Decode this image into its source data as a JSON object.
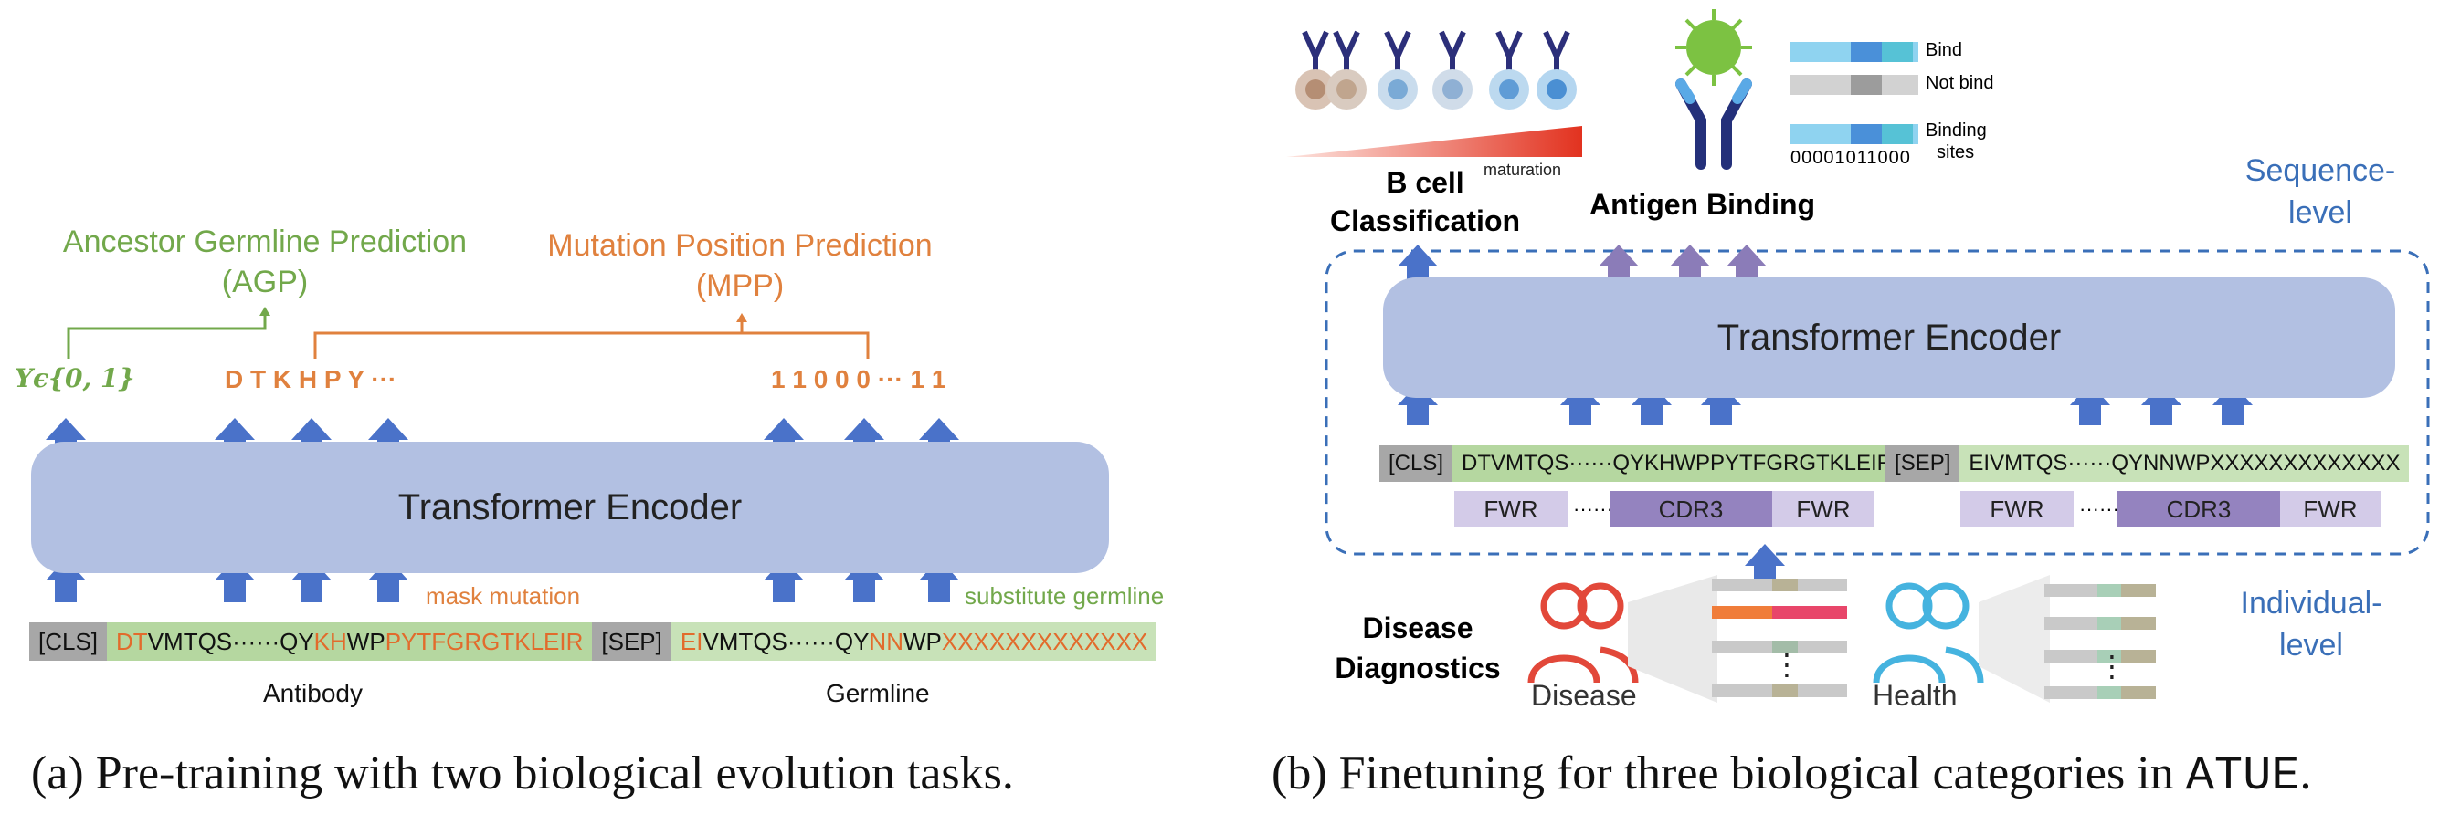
{
  "panel_a": {
    "agp_title": "Ancestor Germline Prediction",
    "agp_abbr": "(AGP)",
    "mpp_title": "Mutation Position Prediction",
    "mpp_abbr": "(MPP)",
    "y_output": "Yϵ{0, 1}",
    "residue_output": "D T K H P Y ···",
    "position_output": "1 1 0 0 0 ··· 1 1",
    "encoder_label": "Transformer Encoder",
    "mask_mutation_label": "mask mutation",
    "substitute_germline_label": "substitute germline",
    "tokens": {
      "cls": "[CLS]",
      "ab_orange1": "DT",
      "ab_black1": "VMTQS······QY",
      "ab_orange2": "KH",
      "ab_black2": "WP",
      "ab_orange3": "PYTFGRGTKLEIR",
      "sep": "[SEP]",
      "gl_orange1": "EI",
      "gl_black1": "VMTQS······QY",
      "gl_orange2": "NN",
      "gl_black2": "WP",
      "gl_orange3": "XXXXXXXXXXXXX"
    },
    "antibody_label": "Antibody",
    "germline_label": "Germline",
    "caption": "(a) Pre-training with two biological evolution tasks."
  },
  "panel_b": {
    "maturation_label": "maturation",
    "b_cell_label_1": "B cell",
    "b_cell_label_2": "Classification",
    "antigen_binding_label": "Antigen Binding",
    "legend_bind": "Bind",
    "legend_not_bind": "Not bind",
    "legend_binding_sites_1": "Binding",
    "legend_binding_sites_2": "sites",
    "binary_sites": "00001011000",
    "sequence_level_1": "Sequence-",
    "sequence_level_2": "level",
    "encoder_label": "Transformer Encoder",
    "tokens": {
      "cls": "[CLS]",
      "seq1": "DTVMTQS······QYKHWPPYTFGRGTKLEIR",
      "sep": "[SEP]",
      "seq2": "EIVMTQS······QYNNWPXXXXXXXXXXXXX"
    },
    "regions": {
      "fwr": "FWR",
      "dots": "······",
      "cdr3": "CDR3"
    },
    "disease_diagnostics_1": "Disease",
    "disease_diagnostics_2": "Diagnostics",
    "disease_label": "Disease",
    "health_label": "Health",
    "individual_level_1": "Individual-",
    "individual_level_2": "level",
    "vdots": "⋮",
    "caption_prefix": "(b) Finetuning for three biological categories in ",
    "caption_code": "ATUE",
    "caption_suffix": "."
  },
  "colors": {
    "arrow_blue": "#4a72c9",
    "arrow_purple": "#8b7cb8",
    "encoder_fill": "#b2c0e2",
    "green_text": "#72a84b",
    "orange_text": "#e0813e",
    "dashed_border": "#3a6fb8",
    "disease_red": "#e2483a",
    "health_blue": "#45b3df"
  }
}
